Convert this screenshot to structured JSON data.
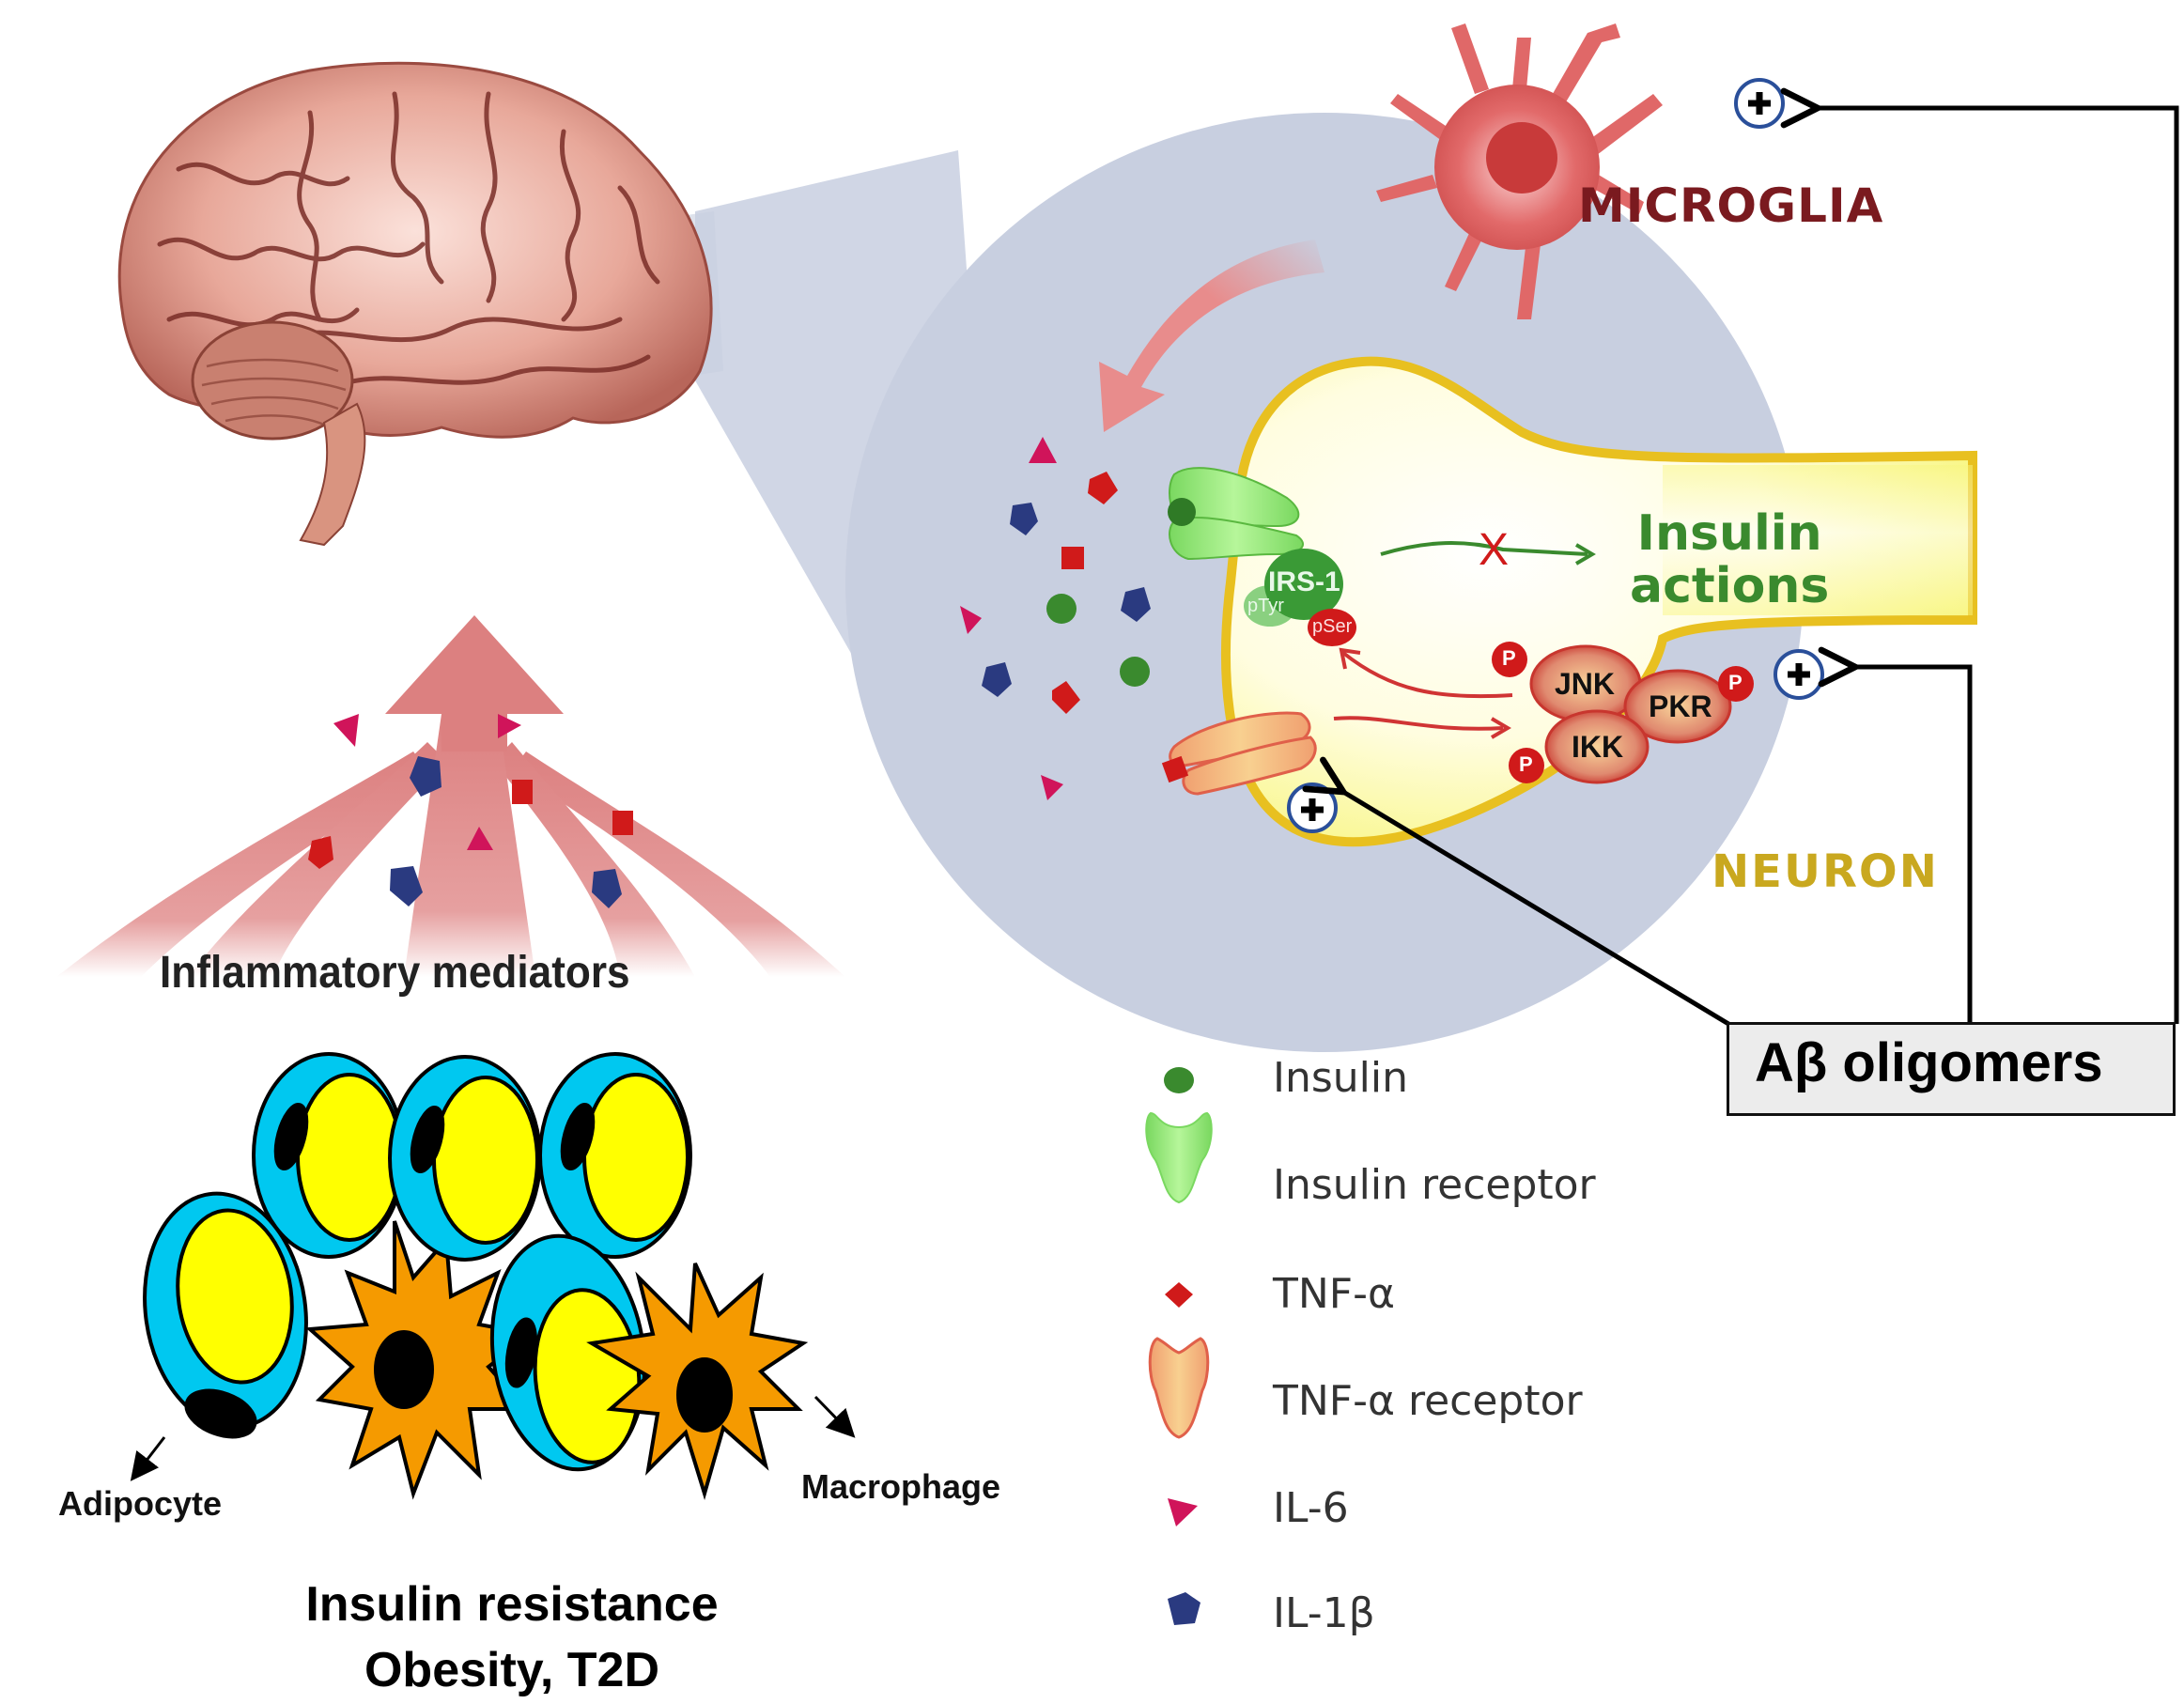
{
  "figure": {
    "brain_region": {
      "mediators_label": "Inflammatory mediators"
    },
    "cell_panel": {
      "microglia_label": "MICROGLIA",
      "neuron_label": "NEURON",
      "irs1_label": "IRS-1",
      "ptyr_label": "pTyr",
      "pser_label": "pSer",
      "blocked_mark": "X",
      "insulin_actions_line1": "Insulin",
      "insulin_actions_line2": "actions",
      "kinases": {
        "jnk": "JNK",
        "pkr": "PKR",
        "ikk": "IKK",
        "phospho": "P"
      }
    },
    "abeta": {
      "label": "Aβ oligomers",
      "plus_symbol": "+"
    },
    "periphery": {
      "adipocyte_label": "Adipocyte",
      "macrophage_label": "Macrophage",
      "title_line1": "Insulin resistance",
      "title_line2": "Obesity, T2D"
    },
    "legend": [
      {
        "icon": "insulin-icon",
        "label": "Insulin"
      },
      {
        "icon": "insulin-receptor-icon",
        "label": "Insulin receptor"
      },
      {
        "icon": "tnf-alpha-icon",
        "label": "TNF-α"
      },
      {
        "icon": "tnf-alpha-receptor-icon",
        "label": "TNF-α receptor"
      },
      {
        "icon": "il6-icon",
        "label": "IL-6"
      },
      {
        "icon": "il1beta-icon",
        "label": "IL-1β"
      }
    ],
    "colors": {
      "insulin": "#3a8a2e",
      "tnf_alpha": "#d01a1a",
      "il6": "#d0145a",
      "il1beta": "#2a3a80",
      "zoom_bg": "#c8cfe0",
      "neuron_membrane": "#e8c020",
      "adipocyte_outer": "#00c8f0",
      "adipocyte_fat": "#ffff00",
      "macrophage": "#f59a00",
      "plus_ring": "#2a4f9a"
    }
  }
}
